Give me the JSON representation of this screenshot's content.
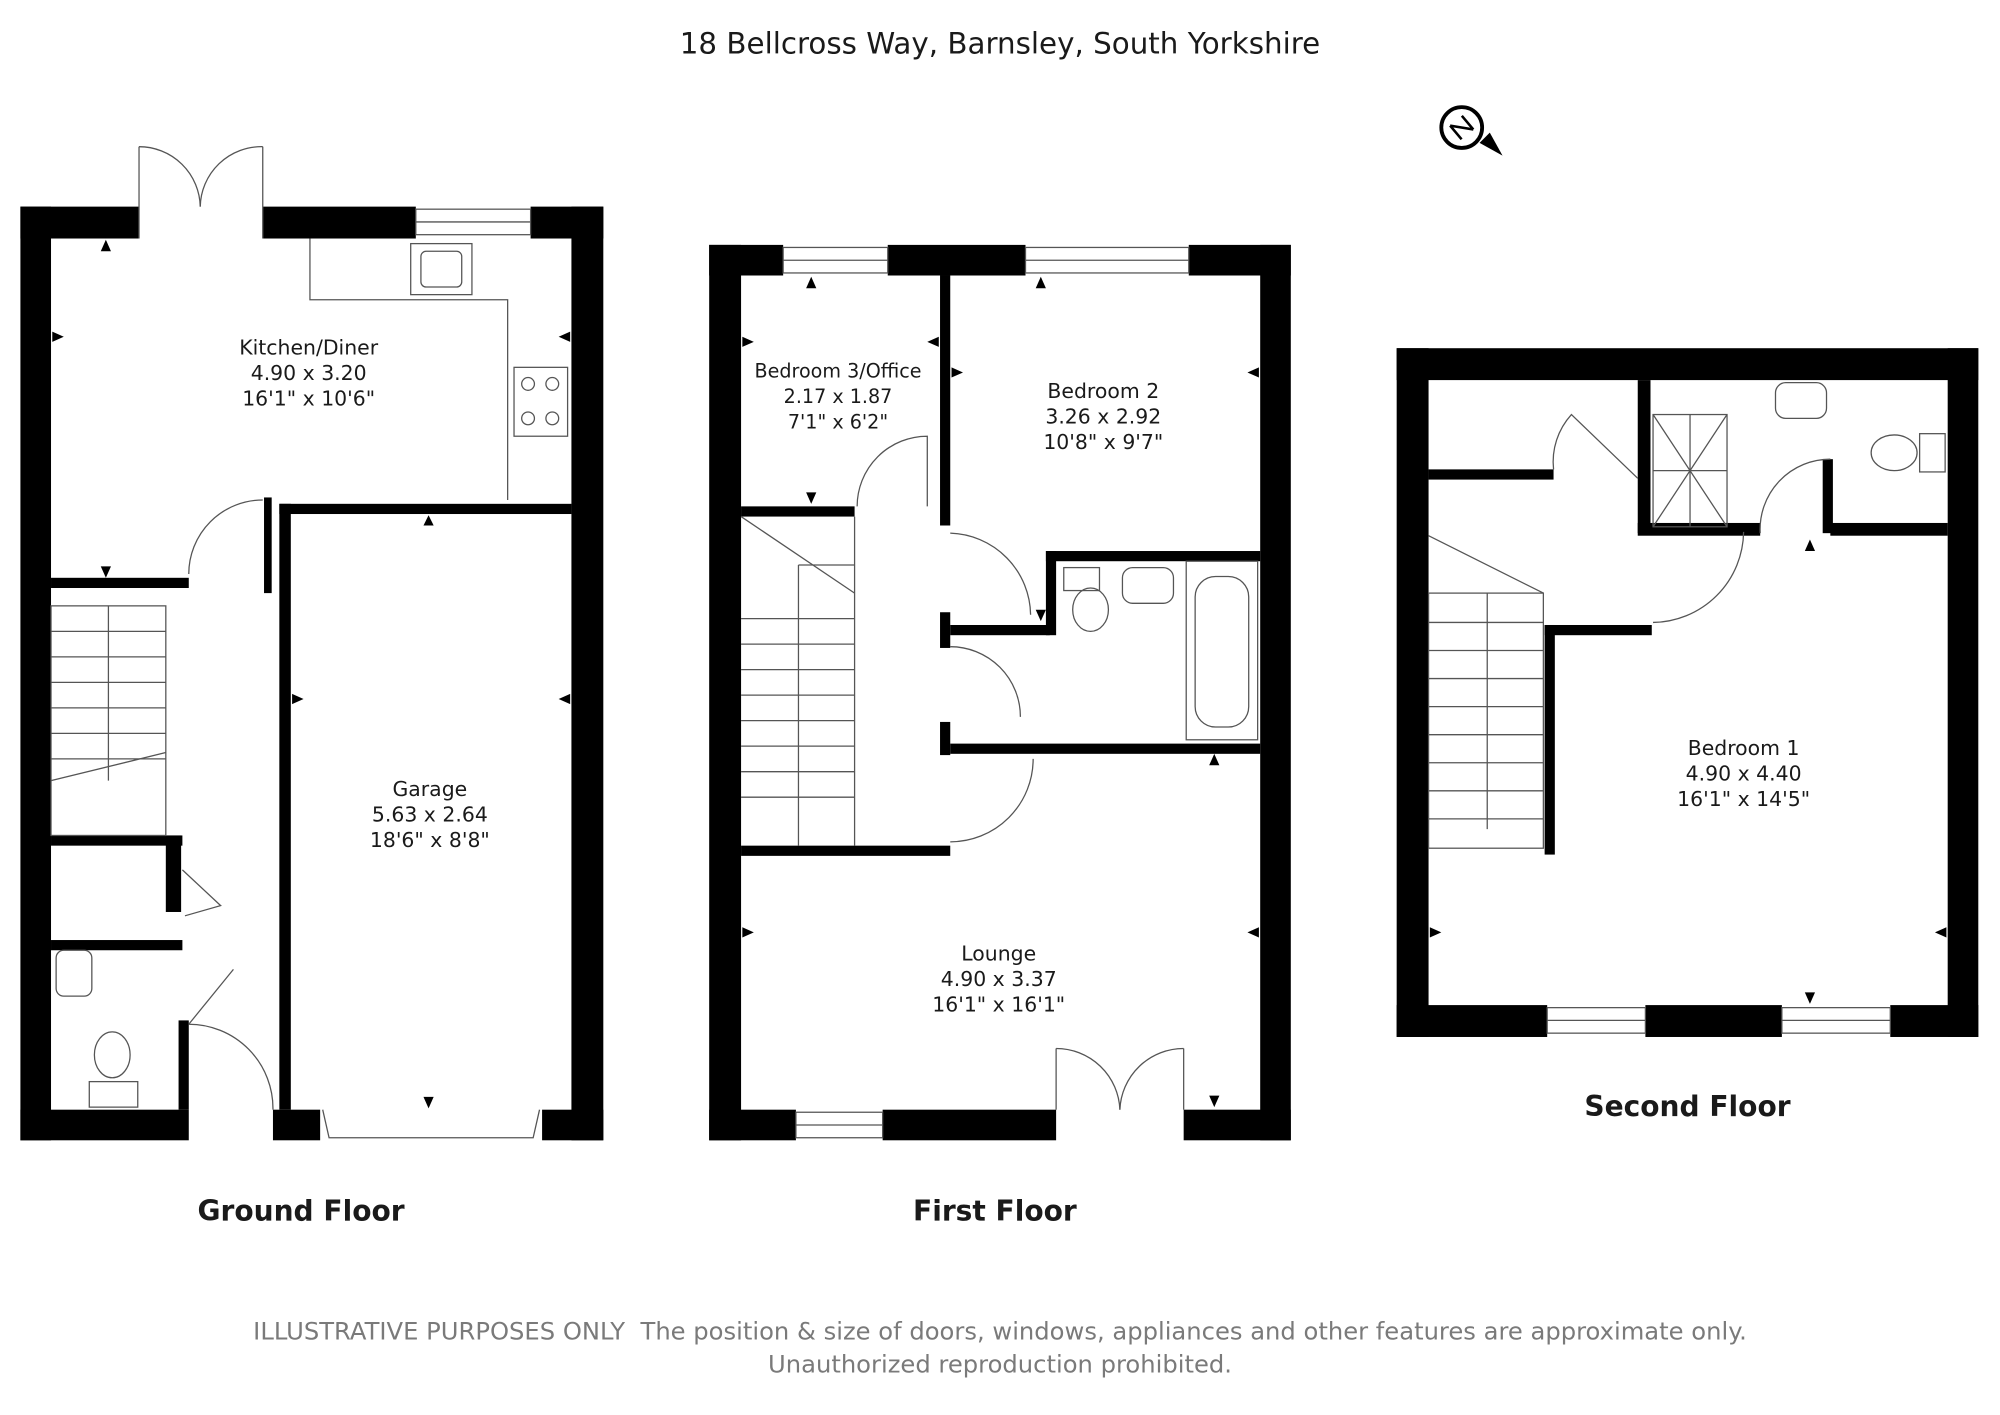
{
  "title": "18 Bellcross Way, Barnsley, South Yorkshire",
  "compass": {
    "icon": "north-arrow-icon",
    "letter": "N"
  },
  "floors": [
    {
      "label": "Ground Floor",
      "rooms": [
        {
          "name": "Kitchen/Diner",
          "metric": "4.90 x 3.20",
          "imperial": "16'1\" x 10'6\""
        },
        {
          "name": "Garage",
          "metric": "5.63 x 2.64",
          "imperial": "18'6\" x 8'8\""
        }
      ]
    },
    {
      "label": "First Floor",
      "rooms": [
        {
          "name": "Bedroom 3/Office",
          "metric": "2.17 x 1.87",
          "imperial": "7'1\" x 6'2\""
        },
        {
          "name": "Bedroom 2",
          "metric": "3.26 x 2.92",
          "imperial": "10'8\" x 9'7\""
        },
        {
          "name": "Lounge",
          "metric": "4.90 x 3.37",
          "imperial": "16'1\" x 16'1\""
        }
      ]
    },
    {
      "label": "Second Floor",
      "rooms": [
        {
          "name": "Bedroom 1",
          "metric": "4.90 x 4.40",
          "imperial": "16'1\" x 14'5\""
        }
      ]
    }
  ],
  "disclaimer": {
    "line1": "ILLUSTRATIVE PURPOSES ONLY  The position & size of doors, windows, appliances and other features are approximate only.",
    "line2": "Unauthorized reproduction prohibited."
  },
  "colors": {
    "wall": "#000000",
    "text": "#1a1a1a",
    "disclaimer": "#7a7a7a",
    "fixture": "#555555"
  }
}
